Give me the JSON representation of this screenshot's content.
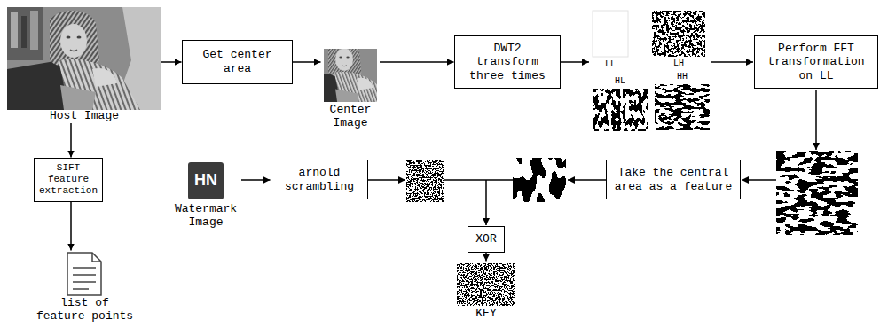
{
  "diagram": {
    "nodes": [
      {
        "text": [
          "Host Image"
        ]
      },
      {
        "text": [
          "Get center area"
        ]
      },
      {
        "text": [
          "Center Image"
        ]
      },
      {
        "text": [
          "DWT2 transform three times"
        ]
      },
      {
        "text": [
          "Perform FFT transformation on LL"
        ]
      },
      {
        "text": [
          "SIFT feature extraction"
        ]
      },
      {
        "text": [
          "list of feature points"
        ]
      },
      {
        "text": [
          "Watermark Image"
        ]
      },
      {
        "text": [
          "arnold scrambling"
        ]
      },
      {
        "text": [
          "Take the central area as a feature"
        ]
      },
      {
        "text": [
          "XOR"
        ]
      },
      {
        "text": [
          "KEY"
        ]
      }
    ],
    "edges": [
      {
        "from": 0,
        "to": 1,
        "arrow": "to"
      },
      {
        "from": 1,
        "to": 2,
        "arrow": "to"
      },
      {
        "from": 2,
        "to": 3,
        "arrow": "to"
      },
      {
        "from": 0,
        "to": 5,
        "arrow": "to"
      },
      {
        "from": 5,
        "to": 6,
        "arrow": "to"
      },
      {
        "from": 7,
        "to": 8,
        "arrow": "to"
      },
      {
        "from": 10,
        "to": 11,
        "arrow": "to"
      }
    ],
    "labels": [
      "LL",
      "LH",
      "HL",
      "HH",
      "HN"
    ]
  }
}
